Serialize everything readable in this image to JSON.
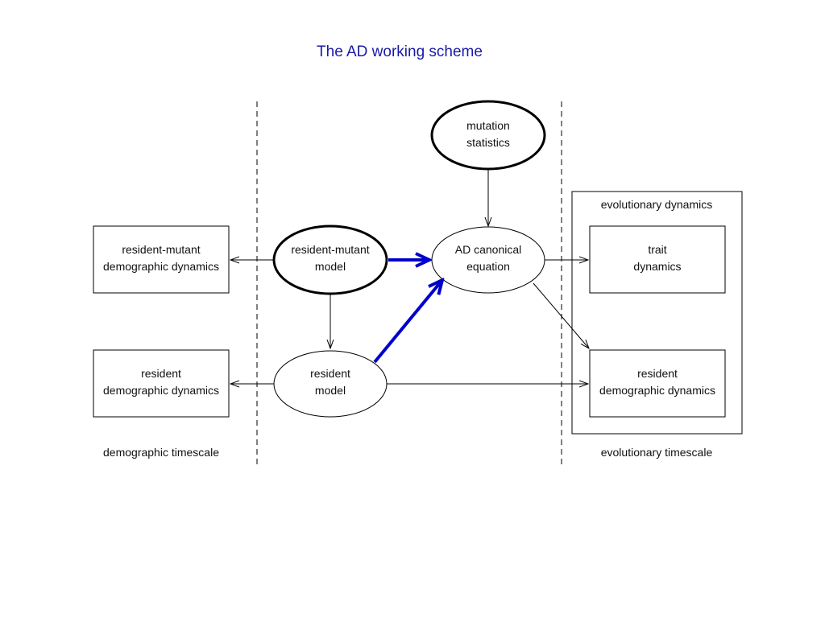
{
  "slide": {
    "title": "The AD working scheme"
  },
  "colors": {
    "highlight_arrow": "#0000cc",
    "title": "#1a1aa6",
    "stroke": "#000000"
  },
  "nodes": {
    "mutation_statistics": [
      "mutation",
      "statistics"
    ],
    "resident_mutant_model": [
      "resident-mutant",
      "model"
    ],
    "ad_canonical_equation": [
      "AD canonical",
      "equation"
    ],
    "resident_model": [
      "resident",
      "model"
    ],
    "resident_mutant_demographic_dynamics": [
      "resident-mutant",
      "demographic dynamics"
    ],
    "resident_demographic_dynamics_left": [
      "resident",
      "demographic dynamics"
    ],
    "trait_dynamics": [
      "trait",
      "dynamics"
    ],
    "resident_demographic_dynamics_right": [
      "resident",
      "demographic dynamics"
    ]
  },
  "groups": {
    "evolutionary_dynamics": "evolutionary dynamics"
  },
  "timescales": {
    "demographic": "demographic timescale",
    "evolutionary": "evolutionary timescale"
  }
}
